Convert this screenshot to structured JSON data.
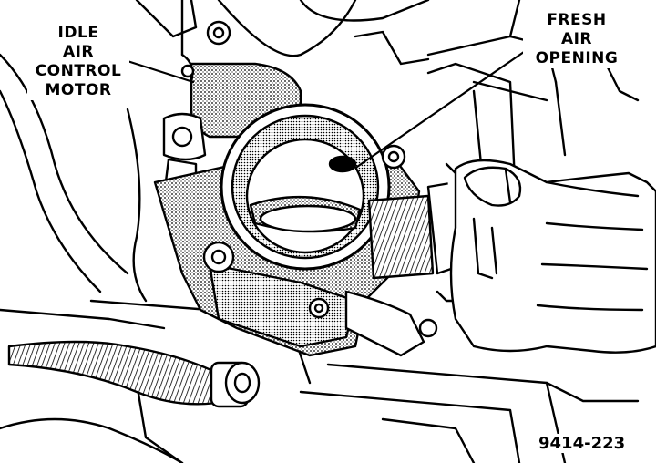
{
  "callouts": {
    "idle_air_control_motor": [
      "IDLE",
      "AIR",
      "CONTROL",
      "MOTOR"
    ],
    "fresh_air_opening": [
      "FRESH",
      "AIR",
      "OPENING"
    ]
  },
  "figure_number": "9414-223"
}
